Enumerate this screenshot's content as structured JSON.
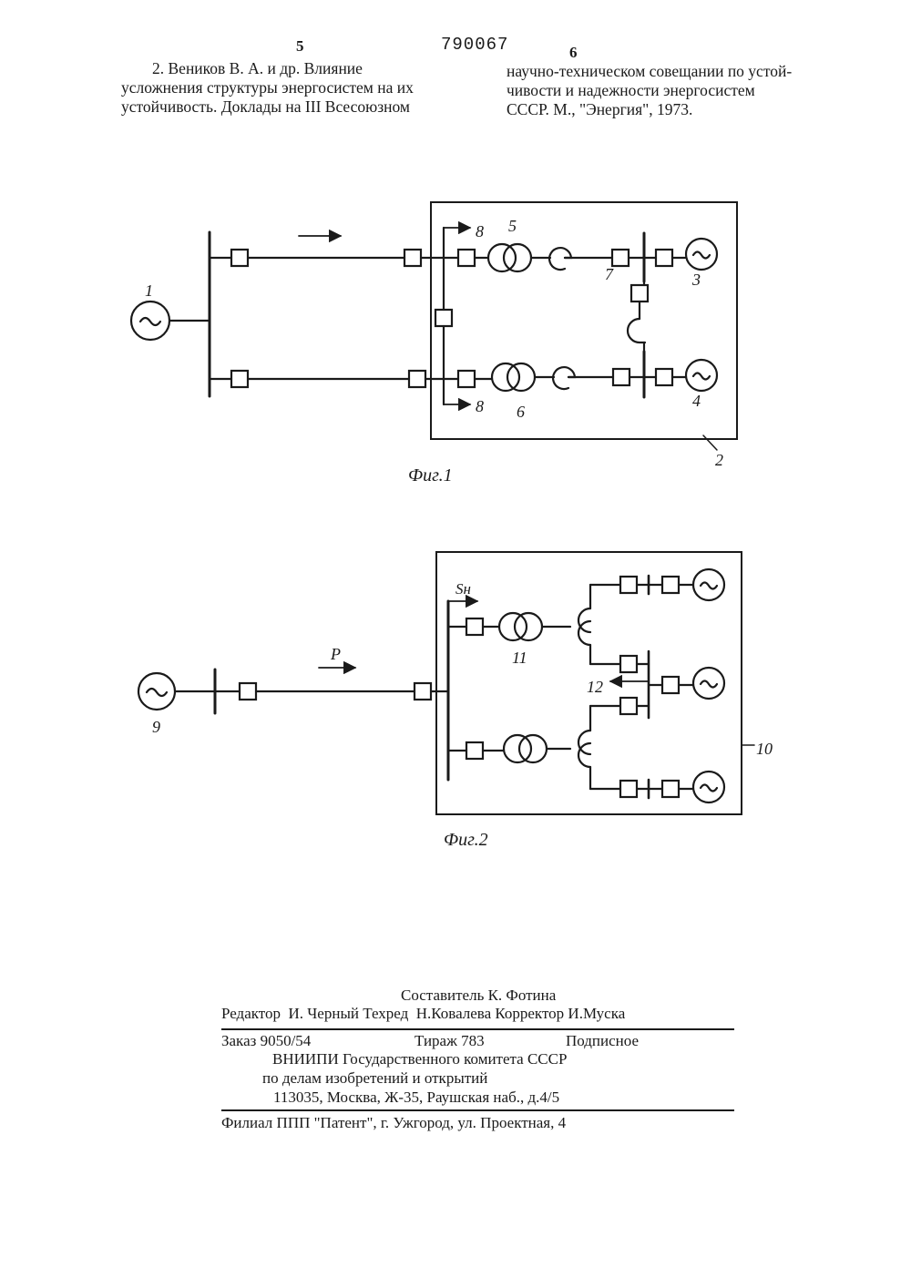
{
  "header": {
    "page_left": "5",
    "patent_no": "790067",
    "page_right": "6"
  },
  "references": {
    "left_lines": [
      "2. Веников В. А. и др. Влияние",
      "усложнения структуры энергосистем на их",
      "устойчивость. Доклады на III Всесоюзном"
    ],
    "right_lines": [
      "научно-техническом совещании по устой-",
      "чивости и надежности энергосистем",
      "СССР. М., \"Энергия\", 1973."
    ]
  },
  "figure1": {
    "caption": "Фиг.1",
    "labels": {
      "gen_left": "1",
      "system_box": "2",
      "gen_top": "3",
      "gen_bottom": "4",
      "transformer_top": "5",
      "transformer_bottom": "6",
      "bus": "7",
      "load_top": "8",
      "load_bottom": "8"
    }
  },
  "figure2": {
    "caption": "Фиг.2",
    "labels": {
      "gen_left": "9",
      "system_box": "10",
      "transformer": "11",
      "reactor": "12",
      "power": "P",
      "load": "Sн"
    }
  },
  "colophon": {
    "compiler": "Составитель К. Фотина",
    "editors": "Редактор  И. Черный Техред  Н.Ковалева Корректор И.Муска",
    "order": "Заказ 9050/54",
    "circulation": "Тираж 783",
    "subscription": "Подписное",
    "org1": "ВНИИПИ Государственного комитета СССР",
    "org2": "по делам изобретений и открытий",
    "address": "113035, Москва, Ж-35, Раушская наб., д.4/5",
    "branch": "Филиал ППП \"Патент\", г. Ужгород, ул. Проектная, 4"
  }
}
